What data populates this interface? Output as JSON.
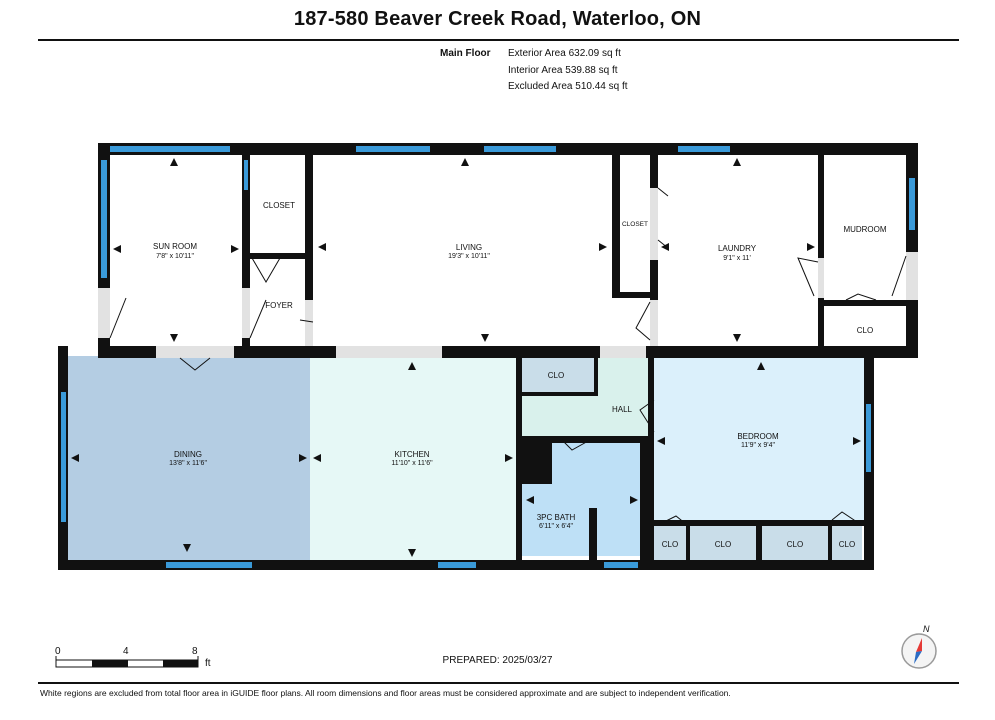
{
  "header": {
    "title": "187-580 Beaver Creek Road, Waterloo, ON"
  },
  "areas": {
    "floor_label": "Main Floor",
    "lines": [
      "Exterior Area 632.09 sq ft",
      "Interior Area 539.88 sq ft",
      "Excluded Area 510.44 sq ft"
    ]
  },
  "rooms": {
    "sun_room": {
      "name": "SUN ROOM",
      "dims": "7'8\" x 10'11\""
    },
    "closet_1": {
      "name": "CLOSET"
    },
    "foyer": {
      "name": "FOYER"
    },
    "living": {
      "name": "LIVING",
      "dims": "19'3\" x 10'11\""
    },
    "closet_2": {
      "name": "CLOSET"
    },
    "laundry": {
      "name": "LAUNDRY",
      "dims": "9'1\" x 11'"
    },
    "mudroom": {
      "name": "MUDROOM"
    },
    "clo_mud": {
      "name": "CLO"
    },
    "dining": {
      "name": "DINING",
      "dims": "13'8\" x 11'6\""
    },
    "kitchen": {
      "name": "KITCHEN",
      "dims": "11'10\" x 11'6\""
    },
    "clo_hall": {
      "name": "CLO"
    },
    "hall": {
      "name": "HALL"
    },
    "bath": {
      "name": "3PC BATH",
      "dims": "6'11\" x 6'4\""
    },
    "bedroom": {
      "name": "BEDROOM",
      "dims": "11'9\" x 9'4\""
    },
    "clo_b1": {
      "name": "CLO"
    },
    "clo_b2": {
      "name": "CLO"
    },
    "clo_b3": {
      "name": "CLO"
    },
    "clo_b4": {
      "name": "CLO"
    }
  },
  "scale_bar": {
    "labels": [
      "0",
      "4",
      "8"
    ],
    "unit": "ft"
  },
  "prepared": "PREPARED: 2025/03/27",
  "compass": {
    "label": "N"
  },
  "footer": "White regions are excluded from total floor area in iGUIDE floor plans. All room dimensions and floor areas must be considered approximate and are subject to independent verification.",
  "colors": {
    "wall": "#111111",
    "window": "#3a9ad9",
    "dining_fill": "#b4cde3",
    "kitchen_fill": "#e6f8f6",
    "hall_fill": "#d9f1ec",
    "bath_fill": "#bee0f6",
    "bedroom_fill": "#dbf0fb",
    "closet_fill": "#c9dde9",
    "door_gap": "#e2e2e2"
  }
}
